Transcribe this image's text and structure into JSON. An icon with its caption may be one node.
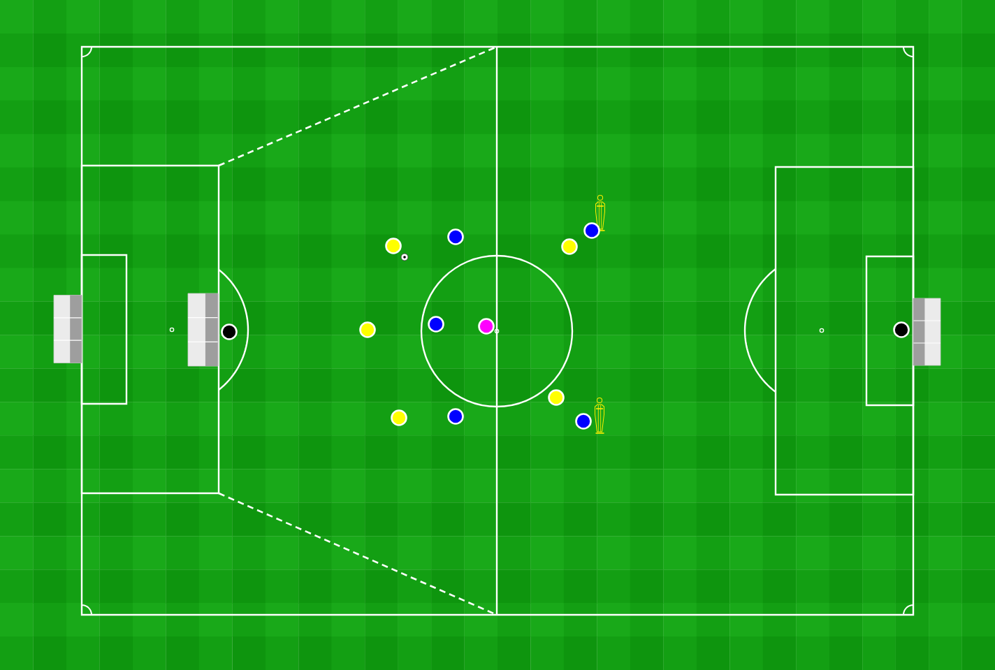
{
  "diagram": {
    "nodes": [
      {
        "text": [],
        "shape": "person"
      },
      {
        "text": [],
        "shape": "circle"
      },
      {
        "text": [],
        "shape": "circle"
      },
      {
        "text": [],
        "shape": "circle"
      },
      {
        "text": [],
        "shape": "circle"
      },
      {
        "text": [],
        "shape": "ball"
      },
      {
        "text": [],
        "shape": "goal"
      },
      {
        "text": [],
        "shape": "goal"
      },
      {
        "text": [],
        "shape": "circle"
      },
      {
        "text": [],
        "shape": "circle"
      },
      {
        "text": [],
        "shape": "circle"
      },
      {
        "text": [],
        "shape": "circle"
      },
      {
        "text": [],
        "shape": "circle"
      },
      {
        "text": [],
        "shape": "goal"
      },
      {
        "text": [],
        "shape": "circle"
      },
      {
        "text": [],
        "shape": "person"
      },
      {
        "text": [],
        "shape": "circle"
      },
      {
        "text": [],
        "shape": "circle"
      },
      {
        "text": [],
        "shape": "circle"
      }
    ]
  }
}
